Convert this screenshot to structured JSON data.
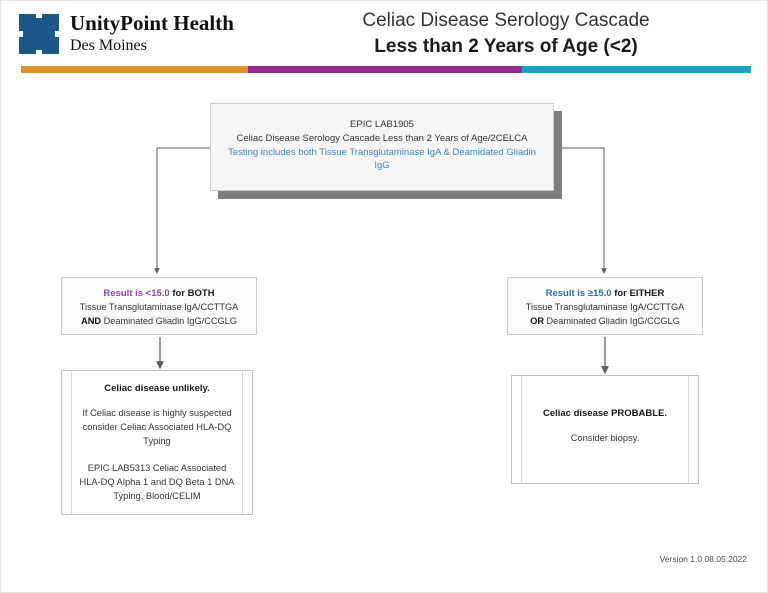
{
  "header": {
    "brand_name": "UnityPoint Health",
    "brand_sub": "Des Moines",
    "title_line1": "Celiac Disease Serology Cascade",
    "title_line2": "Less than 2 Years of Age (<2)",
    "rule_colors": {
      "orange": "#e3922a",
      "purple": "#96288f",
      "teal": "#16a4c0"
    },
    "logo_color": "#1b5788"
  },
  "flow": {
    "order_node": {
      "line1": "EPIC LAB1905",
      "line2": "Celiac Disease Serology Cascade Less than 2 Years of Age/2CELCA",
      "line3": "Testing includes both Tissue Transglutaminase IgA & Deamidated Gliadin IgG",
      "accent_color": "#3d85b8"
    },
    "negative_branch": {
      "head_value": "Result is <15.0",
      "head_qualifier": "for BOTH",
      "body_line1": "Tissue Transglutaminase IgA/CCTTGA",
      "body_line2_bold": "AND",
      "body_line2": "Deaminated Gliadin IgG/CCGLG",
      "value_color": "#8a4b9e"
    },
    "positive_branch": {
      "head_value": "Result is ≥15.0",
      "head_qualifier": "for EITHER",
      "body_line1": "Tissue Transglutaminase IgA/CCTTGA",
      "body_line2_bold": "OR",
      "body_line2": "Deaminated Gliadin IgG/CCGLG",
      "value_color": "#2f6fa8"
    },
    "negative_result": {
      "heading": "Celiac disease unlikely.",
      "para1": "If Celiac disease is highly suspected consider Celiac Associated HLA-DQ Typing",
      "para2": "EPIC LAB5313 Celiac Associated HLA-DQ Alpha 1 and DQ Beta 1 DNA Typing, Blood/CELIM"
    },
    "positive_result": {
      "heading": "Celiac disease PROBABLE.",
      "para1": "Consider biopsy."
    }
  },
  "footer": {
    "version": "Version 1.0 08.05.2022"
  }
}
